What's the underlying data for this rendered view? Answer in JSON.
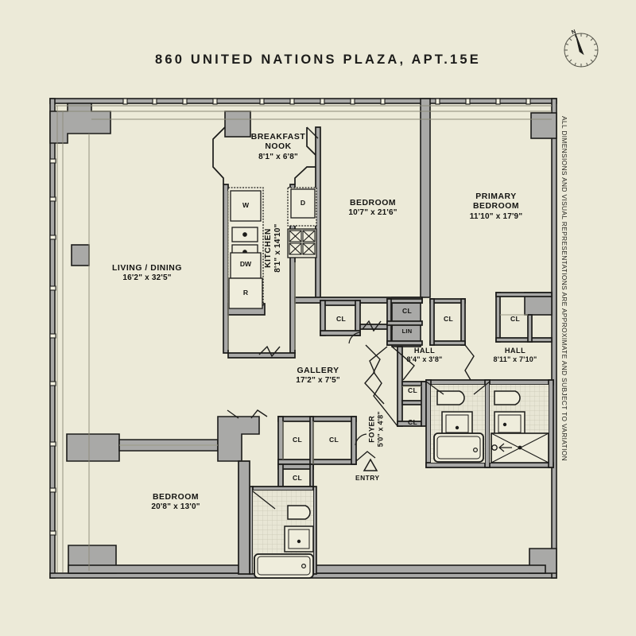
{
  "title": "860 UNITED NATIONS PLAZA, APT.15E",
  "disclaimer": "ALL DIMENSIONS AND VISUAL REPRESENTATIONS ARE APPROXIMATE AND SUBJECT TO VARIATION",
  "compass": {
    "north_label": "N",
    "icon": "compass-rose-icon"
  },
  "colors": {
    "background": "#ecead8",
    "wall_fill": "#a9a9a7",
    "wall_stroke": "#1c1c1a",
    "room_fill": "#ecead8",
    "tile_fill": "#e7e5d4",
    "text": "#141412"
  },
  "rooms": [
    {
      "key": "living_dining",
      "name": "LIVING / DINING",
      "dimensions": "16'2\" x 32'5\""
    },
    {
      "key": "breakfast_nook",
      "name": "BREAKFAST NOOK",
      "dimensions": "8'1\" x 6'8\""
    },
    {
      "key": "kitchen",
      "name": "KITCHEN",
      "dimensions": "8'1\" x 14'10\""
    },
    {
      "key": "bedroom_2",
      "name": "BEDROOM",
      "dimensions": "10'7\" x 21'6\""
    },
    {
      "key": "primary_bedroom",
      "name": "PRIMARY BEDROOM",
      "dimensions": "11'10\" x 17'9\""
    },
    {
      "key": "hall_1",
      "name": "HALL",
      "dimensions": "8'4\" x 3'8\""
    },
    {
      "key": "hall_2",
      "name": "HALL",
      "dimensions": "8'11\" x 7'10\""
    },
    {
      "key": "gallery",
      "name": "GALLERY",
      "dimensions": "17'2\" x 7'5\""
    },
    {
      "key": "foyer",
      "name": "FOYER",
      "dimensions": "5'0\" x 4'8\""
    },
    {
      "key": "bedroom_3",
      "name": "BEDROOM",
      "dimensions": "20'8\" x 13'0\""
    }
  ],
  "room_names": {
    "living_dining_l1": "LIVING / DINING",
    "living_dining_dim": "16'2\" x 32'5\"",
    "nook_l1": "BREAKFAST",
    "nook_l2": "NOOK",
    "nook_dim": "8'1\" x 6'8\"",
    "kitchen_name": "KITCHEN",
    "kitchen_dim": "8'1\" x 14'10\"",
    "bed2_name": "BEDROOM",
    "bed2_dim": "10'7\" x 21'6\"",
    "primary_l1": "PRIMARY",
    "primary_l2": "BEDROOM",
    "primary_dim": "11'10\" x 17'9\"",
    "hall1_name": "HALL",
    "hall1_dim": "8'4\" x 3'8\"",
    "hall2_name": "HALL",
    "hall2_dim": "8'11\" x 7'10\"",
    "gallery_name": "GALLERY",
    "gallery_dim": "17'2\" x 7'5\"",
    "foyer_name": "FOYER",
    "foyer_dim": "5'0\" x 4'8\"",
    "bed3_name": "BEDROOM",
    "bed3_dim": "20'8\" x 13'0\""
  },
  "appliances": [
    {
      "key": "washer",
      "label": "W",
      "name": "washer"
    },
    {
      "key": "dishwasher",
      "label": "DW",
      "name": "dishwasher"
    },
    {
      "key": "refrigerator",
      "label": "R",
      "name": "refrigerator"
    },
    {
      "key": "dryer",
      "label": "D",
      "name": "dryer"
    }
  ],
  "appliance_labels": {
    "washer": "W",
    "dishwasher": "DW",
    "refrigerator": "R",
    "dryer": "D"
  },
  "closets": {
    "cl": "CL",
    "lin": "LIN",
    "cl_kitchen_hall": "CL",
    "cl_hall_upper": "CL",
    "cl_hall_right": "CL",
    "cl_primary": "CL",
    "cl_foyer_upper": "CL",
    "cl_foyer_lower": "CL",
    "cl_gallery_small": "CL",
    "cl_gallery_big": "CL",
    "cl_gallery_bottom": "CL"
  },
  "entry": {
    "label": "ENTRY",
    "marker": "triangle-marker-icon"
  }
}
